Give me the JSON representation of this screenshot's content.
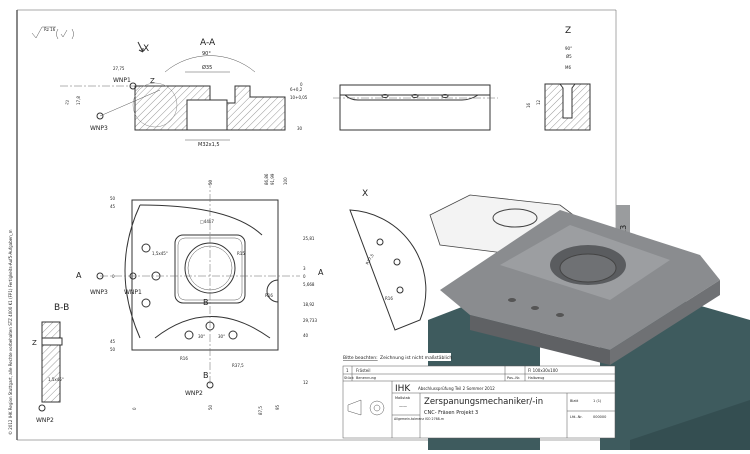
{
  "section_aa": {
    "title": "A-A",
    "angle": "90°",
    "dia": "Ø35",
    "thread": "M32x1,5",
    "depth1": "6+0,2",
    "depth2": "10+0,05",
    "height": "30",
    "zero": "0",
    "dim1": "27,75",
    "dim2": "17,8",
    "dim3": "22"
  },
  "surface_symbol": "Rz 16",
  "labels": {
    "x_view": "X",
    "z_detail": "Z",
    "wnp1": "WNP1",
    "wnp2": "WNP2",
    "wnp3": "WNP3",
    "section_a": "A",
    "section_b": "B",
    "section_bb": "B-B"
  },
  "detail_z": {
    "title": "Z",
    "angle": "90°",
    "dia": "Ø5",
    "thread": "M6",
    "d1": "12",
    "d2": "16"
  },
  "top_view": {
    "pocket": "□44h7",
    "chamfer": "1,5x45°",
    "r1": "R15",
    "r2": "R16",
    "r3": "R16",
    "r4": "R37,5",
    "ang1": "30°",
    "ang2": "30°",
    "dims_right": [
      "25,81",
      "3",
      "0",
      "5,668",
      "18,92",
      "29,733",
      "40",
      "12"
    ],
    "dims_top": [
      "50",
      "86,86",
      "91,99",
      "100"
    ],
    "dims_left": [
      "50",
      "45",
      "0",
      "45",
      "50"
    ],
    "dims_bottom": [
      "0",
      "50",
      "87,5",
      "95"
    ]
  },
  "detail_x": {
    "title": "X",
    "r": "R37,5",
    "r2": "R16"
  },
  "bb": {
    "chamfer": "1,5x45°"
  },
  "note": {
    "label": "Bitte beachten:",
    "text": "Zeichnung ist nicht maßstäblich"
  },
  "parts_list": {
    "qty": "1",
    "name": "Frästeil",
    "stock": "Fl 100x30x100",
    "h_qty": "Stück",
    "h_name": "Benennung",
    "h_pos": "Pos.-Nr.",
    "h_stock": "Halbzeug"
  },
  "title_block": {
    "org": "IHK",
    "exam": "Abschlussprüfung Teil 2 Sommer 2012",
    "scale_label": "Maßstab",
    "scale_value": "——",
    "tolerance": "Allgemein-toleranz ISO 2768-m",
    "title": "Zerspanungsmechaniker/-in",
    "subtitle": "CNC- Fräsen  Projekt 3",
    "sheet_label": "Blatt",
    "sheet_value": "1 (1)",
    "id_label": "Lfd.-Nr.",
    "id_value": "000000"
  },
  "side_strip": "© 2012 IHK Region Stuttgart, alle Rechte vorbehalten   STZ 4000 K1 (FP1) Fertigkeits-Auf5-Aufgaben_m",
  "render_tab": "13",
  "colors": {
    "fixture": "#3e5b5e",
    "part": "#7d7f82",
    "hatch": "#444444"
  }
}
